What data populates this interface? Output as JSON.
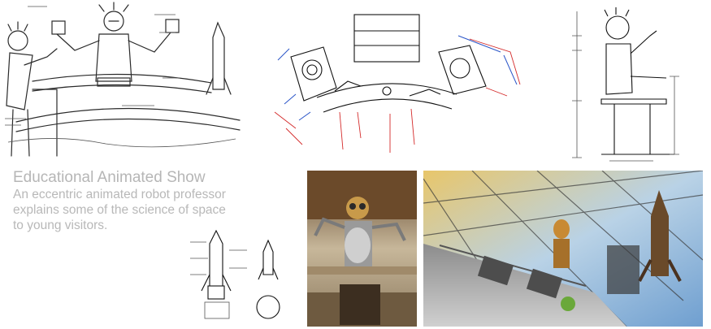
{
  "caption": {
    "title": "Educational Animated Show",
    "line1": "An eccentric animated robot professor",
    "line2": "explains some of the science of space",
    "line3": "to young visitors."
  },
  "images": {
    "sketch": "concept-sketch",
    "plan": "floor-plan-drawing",
    "elevation": "elevation-drawing",
    "rocket_drawing": "rocket-technical-drawing",
    "robot_photo": "robot-professor-photo",
    "exhibit_photo": "exhibit-hall-photo"
  },
  "colors": {
    "caption_text": "#b8b8b8",
    "plan_blue": "#2a55c8",
    "plan_red": "#d42a2a",
    "photo_warm": "#8a6a3c",
    "photo_sky": "#9cc4e8"
  }
}
